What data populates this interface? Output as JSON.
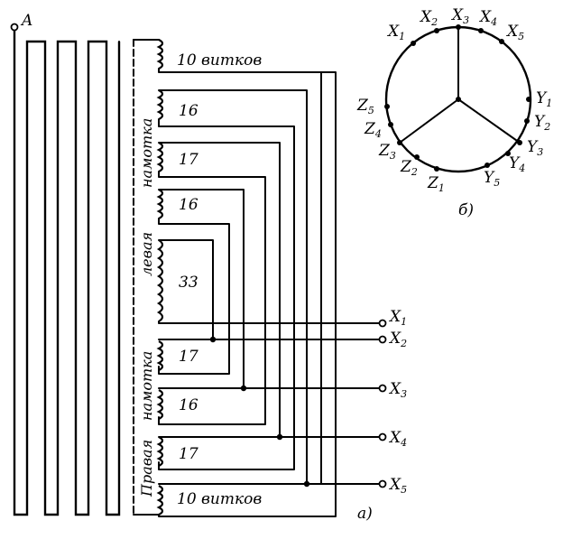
{
  "terminal_a": "A",
  "coil_labels": [
    "10 витков",
    "16",
    "17",
    "16",
    "33",
    "17",
    "16",
    "17",
    "10 витков"
  ],
  "side_labels": [
    "намотка",
    "левая",
    "намотка",
    "Правая"
  ],
  "outputs": [
    {
      "letter": "X",
      "sub": "1"
    },
    {
      "letter": "X",
      "sub": "2"
    },
    {
      "letter": "X",
      "sub": "3"
    },
    {
      "letter": "X",
      "sub": "4"
    },
    {
      "letter": "X",
      "sub": "5"
    }
  ],
  "part_a": "а)",
  "part_b": "б)",
  "ring_labels": {
    "x1": {
      "letter": "X",
      "sub": "1"
    },
    "x2": {
      "letter": "X",
      "sub": "2"
    },
    "x3": {
      "letter": "X",
      "sub": "3"
    },
    "x4": {
      "letter": "X",
      "sub": "4"
    },
    "x5": {
      "letter": "X",
      "sub": "5"
    },
    "y1": {
      "letter": "Y",
      "sub": "1"
    },
    "y2": {
      "letter": "Y",
      "sub": "2"
    },
    "y3": {
      "letter": "Y",
      "sub": "3"
    },
    "y4": {
      "letter": "Y",
      "sub": "4"
    },
    "y5": {
      "letter": "Y",
      "sub": "5"
    },
    "z1": {
      "letter": "Z",
      "sub": "1"
    },
    "z2": {
      "letter": "Z",
      "sub": "2"
    },
    "z3": {
      "letter": "Z",
      "sub": "3"
    },
    "z4": {
      "letter": "Z",
      "sub": "4"
    },
    "z5": {
      "letter": "Z",
      "sub": "5"
    }
  }
}
